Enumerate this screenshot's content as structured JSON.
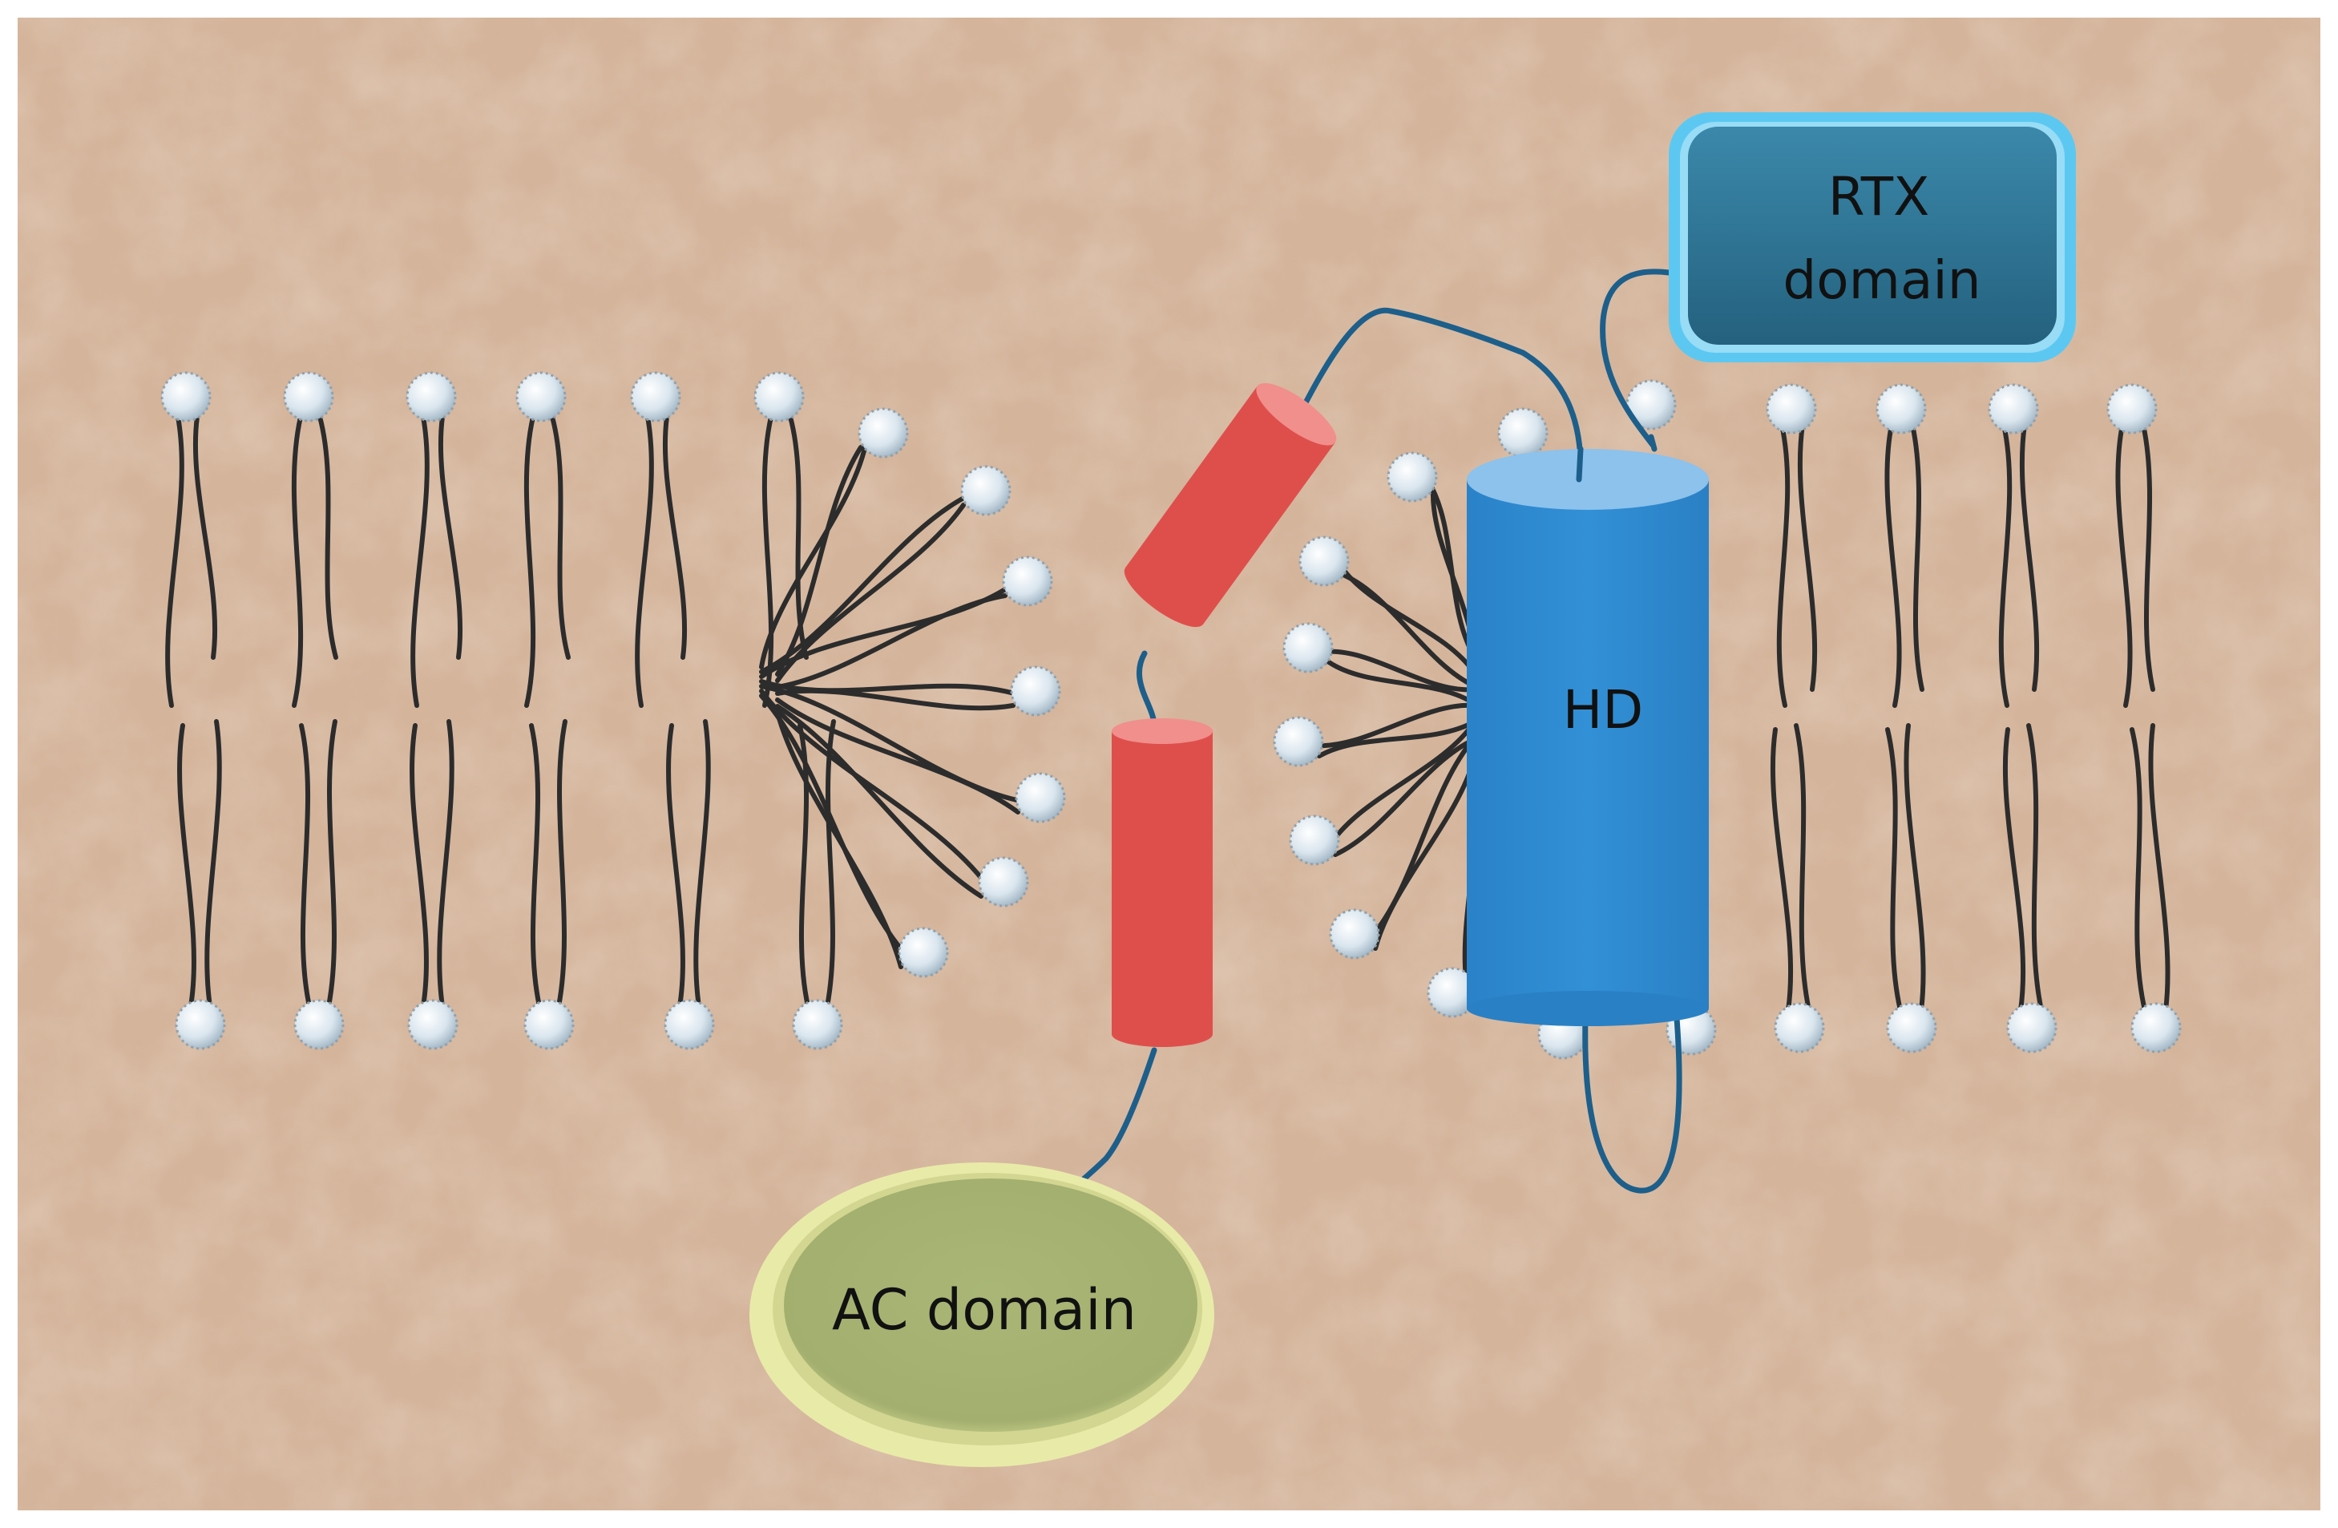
{
  "diagram": {
    "labels": {
      "rtx": [
        "RTX",
        "domain"
      ],
      "hd": "HD",
      "ac": "AC domain"
    },
    "colors": {
      "background": "#d4b49b",
      "rtx_fill": "#2a6e8d",
      "rtx_rim": "#5cc8f2",
      "hd_body": "#2f8bd1",
      "hd_top": "#8cc2ec",
      "helix_red": "#de4f4c",
      "helix_top": "#f08f8c",
      "ac_fill": "#a5b272",
      "ac_rim": "#e8eba8",
      "linker": "#1d5f8a",
      "lipid_head": "#dfe9f0",
      "lipid_tail": "#2c2c2c"
    }
  }
}
